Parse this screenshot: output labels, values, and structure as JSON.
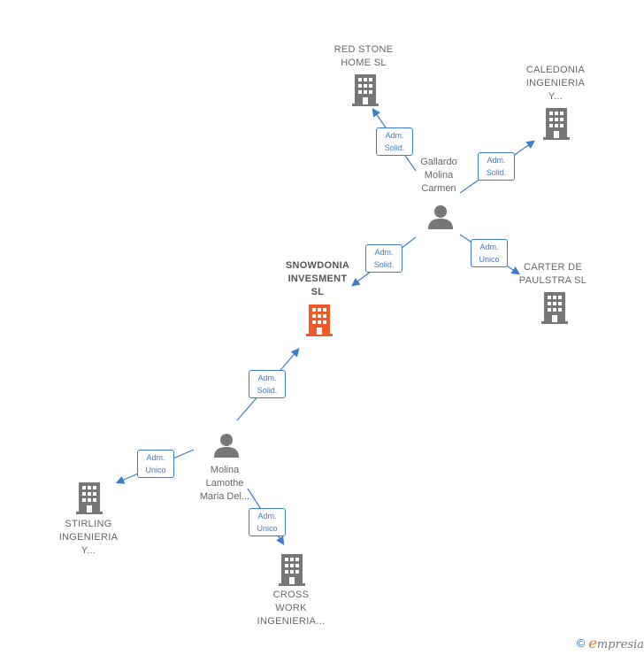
{
  "companies": {
    "red_stone": "RED STONE\nHOME  SL",
    "caledonia": "CALEDONIA\nINGENIERIA\nY...",
    "snowdonia": "SNOWDONIA\nINVESMENT\nSL",
    "carter": "CARTER DE\nPAULSTRA SL",
    "stirling": "STIRLING\nINGENIERIA\nY...",
    "cross_work": "CROSS\nWORK\nINGENIERIA..."
  },
  "persons": {
    "gallardo": "Gallardo\nMolina\nCarmen",
    "molina": "Molina\nLamothe\nMaria Del..."
  },
  "relations": {
    "red_stone": [
      "Adm.",
      "Solid."
    ],
    "caledonia": [
      "Adm.",
      "Solid."
    ],
    "snowdonia_from_gallardo": [
      "Adm.",
      "Solid."
    ],
    "carter": [
      "Adm.",
      "Unico"
    ],
    "snowdonia_from_molina": [
      "Adm.",
      "Solid."
    ],
    "stirling": [
      "Adm.",
      "Unico"
    ],
    "cross_work": [
      "Adm.",
      "Unico"
    ]
  },
  "footer": {
    "copyright": "©",
    "brand_initial": "e",
    "brand_rest": "mpresia"
  },
  "colors": {
    "edge": "#3a7dd0",
    "node": "#777777",
    "highlight": "#f05a28"
  }
}
